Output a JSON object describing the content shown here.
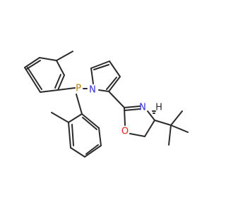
{
  "molecule": {
    "atoms": {
      "phosphorus": {
        "symbol": "P",
        "color": "#c07a00"
      },
      "pyrrole_nitrogen": {
        "symbol": "N",
        "color": "#2f2fd6"
      },
      "oxazoline_nitrogen": {
        "symbol": "N",
        "color": "#2f2fd6"
      },
      "oxazoline_oxygen": {
        "symbol": "O",
        "color": "#e0261a"
      },
      "stereocenter_hydrogen": {
        "symbol": "H",
        "color": "#2b2b2b"
      }
    },
    "bond_color": "#2b2b2b"
  }
}
